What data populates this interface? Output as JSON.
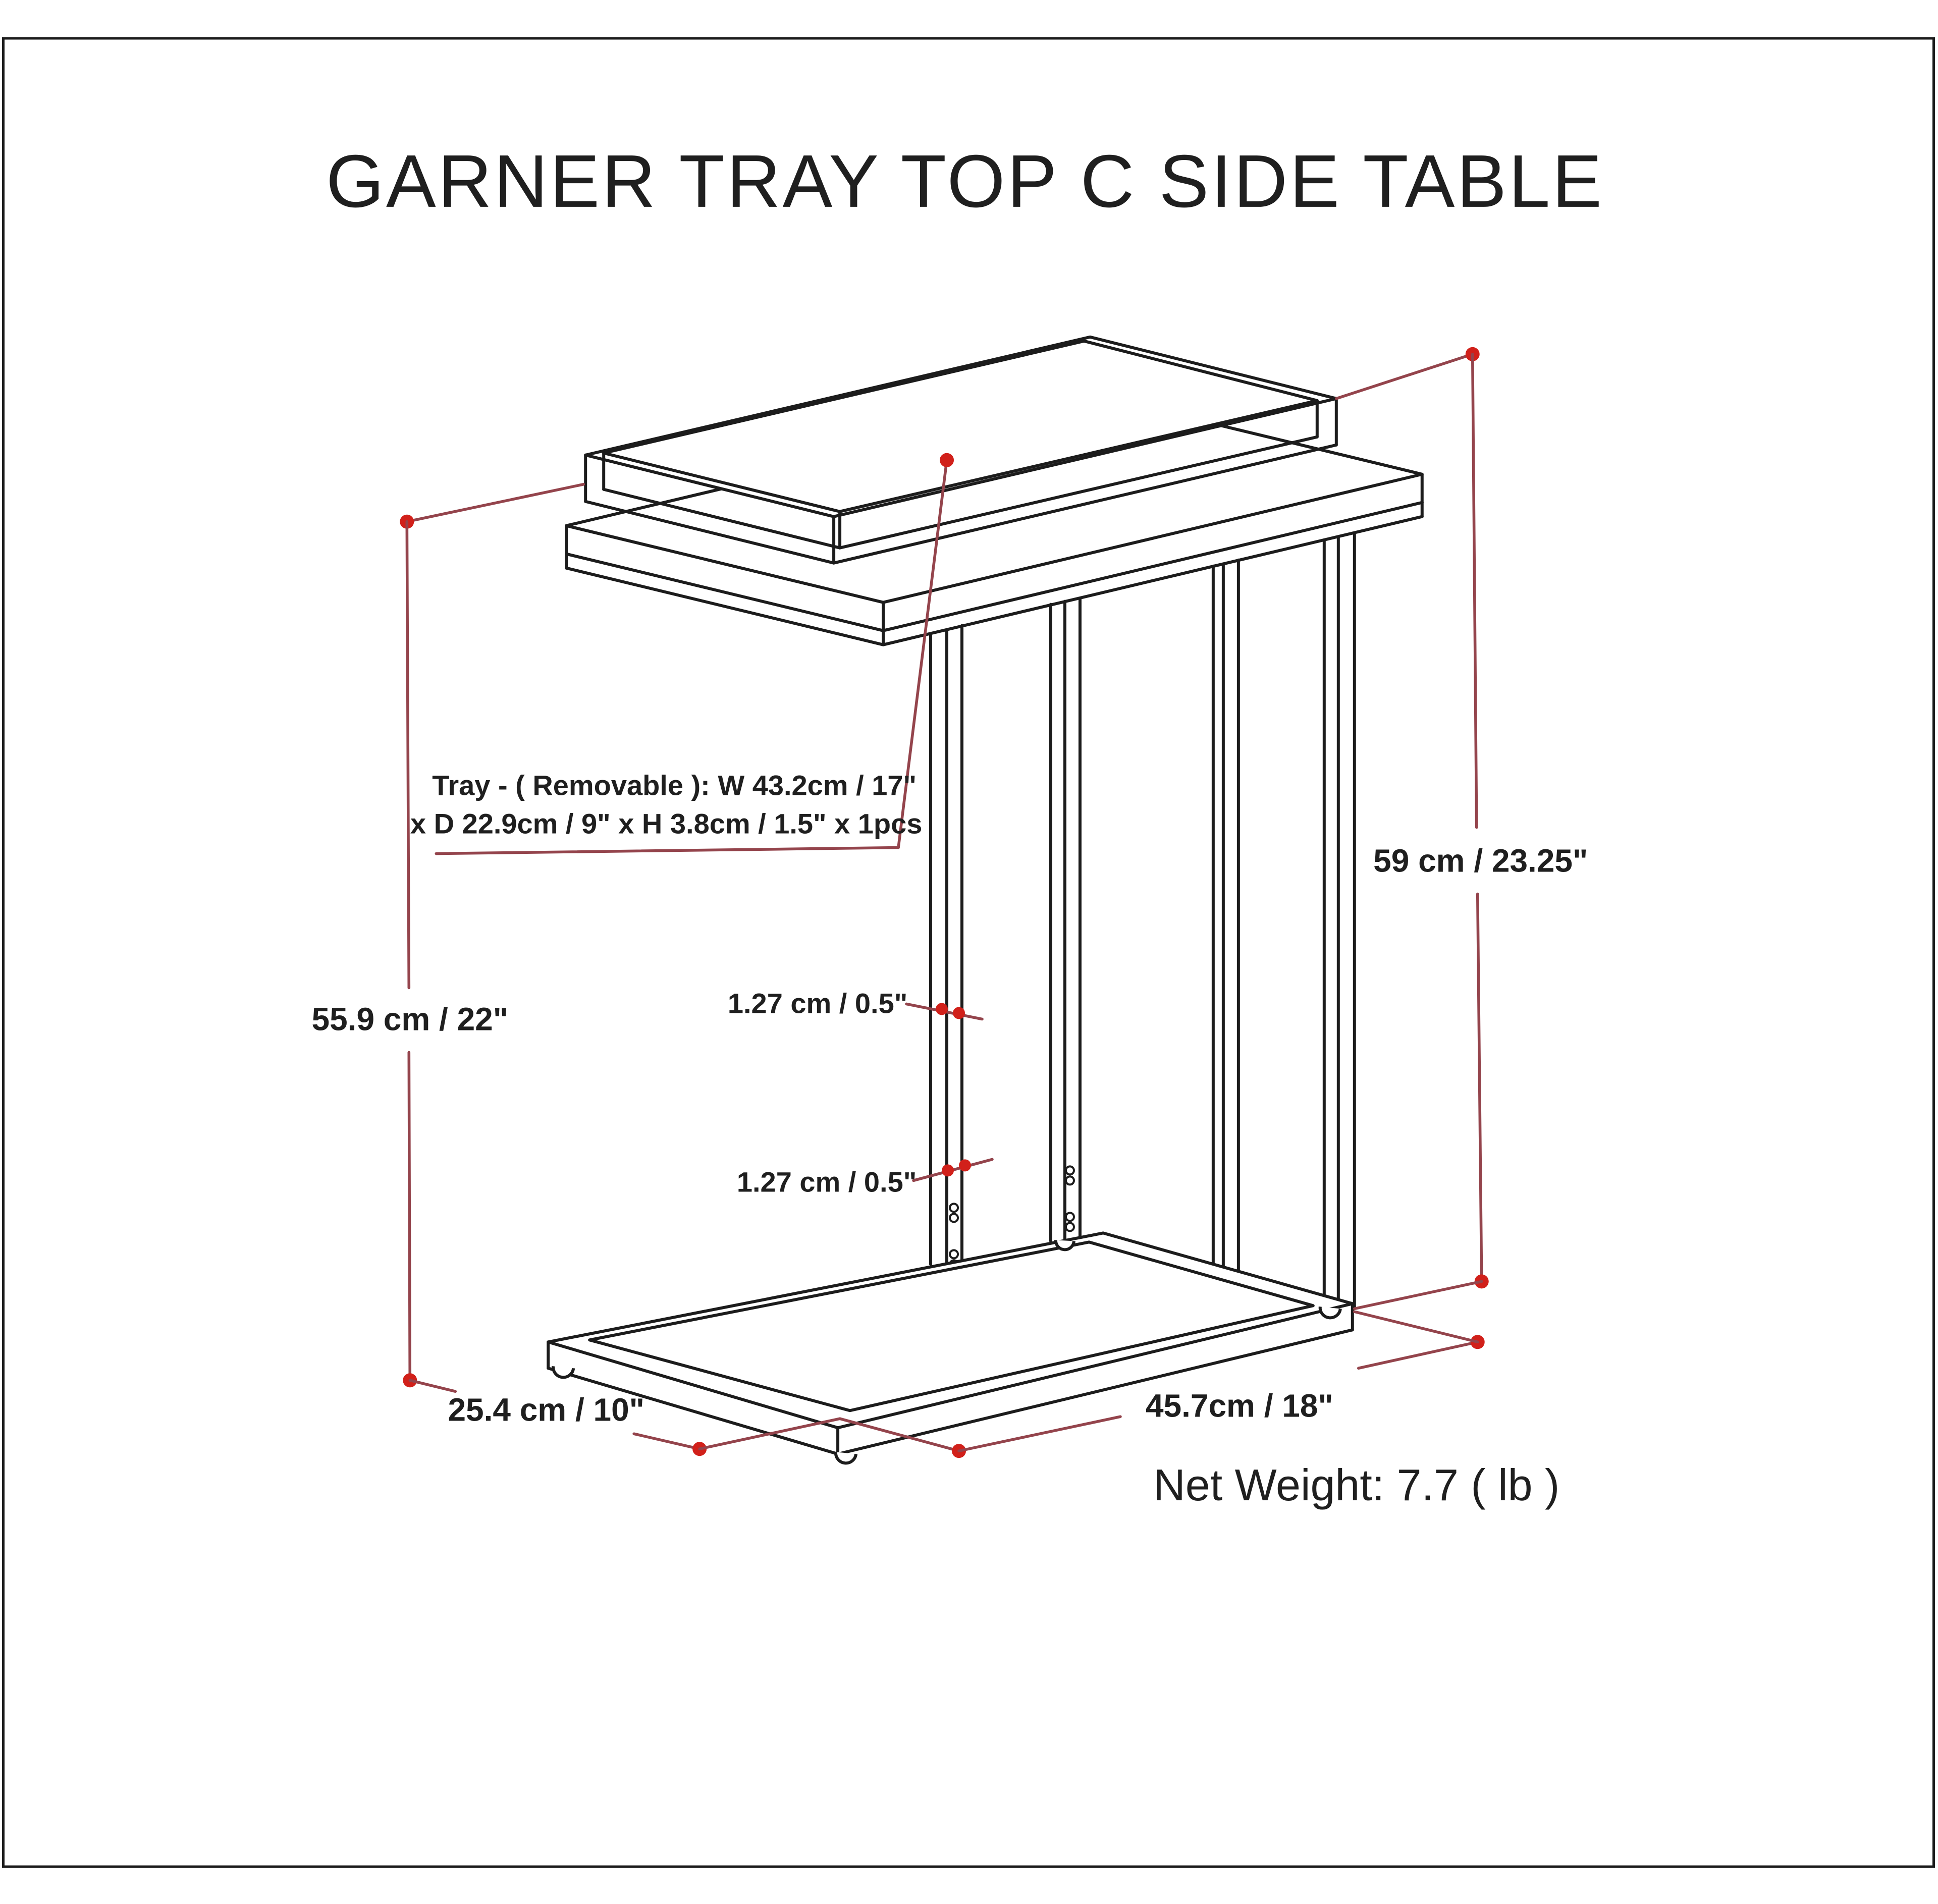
{
  "title": "GARNER TRAY TOP C SIDE TABLE",
  "annotations": {
    "tray_note_line1": "Tray - ( Removable ): W 43.2cm / 17\"",
    "tray_note_line2": "x D 22.9cm / 9\" x H 3.8cm / 1.5\" x 1pcs",
    "height_left": "55.9 cm / 22\"",
    "height_right": "59 cm / 23.25\"",
    "tube_upper": "1.27 cm / 0.5\"",
    "tube_lower": "1.27 cm / 0.5\"",
    "length": "45.7cm / 18\"",
    "depth": "25.4 cm / 10\"",
    "net_weight": "Net Weight: 7.7 ( lb )"
  },
  "colors": {
    "ink": "#1c1c1c",
    "dimension_line": "#94444c",
    "dimension_dot": "#d1201a",
    "text": "#1f1f1f",
    "background": "#ffffff"
  }
}
